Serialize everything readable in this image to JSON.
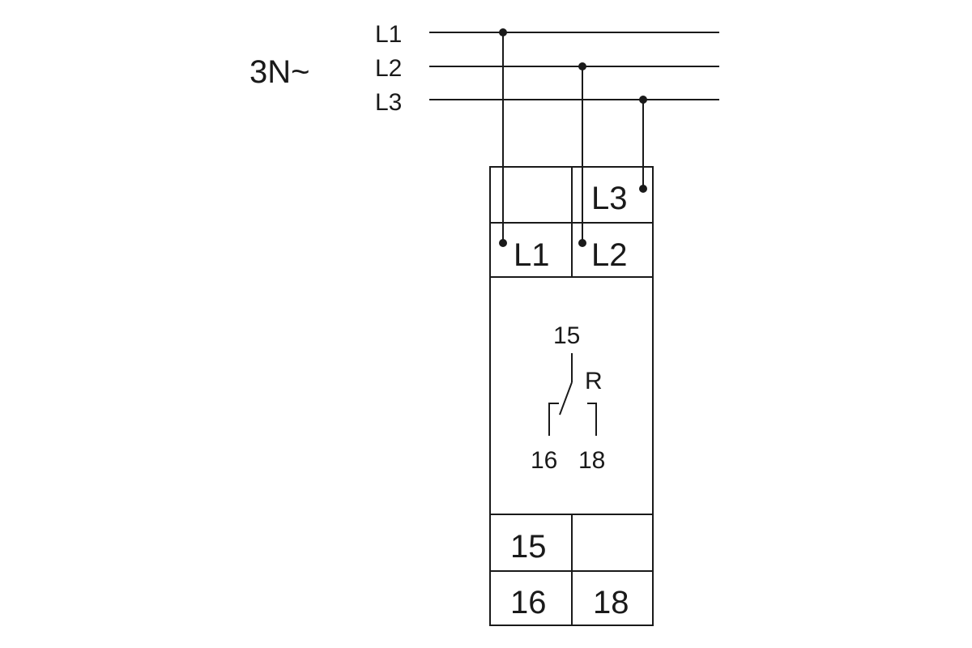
{
  "supply": {
    "label": "3N~",
    "lines": [
      "L1",
      "L2",
      "L3"
    ]
  },
  "terminals": {
    "top": {
      "row1": [
        "",
        "L3"
      ],
      "row2": [
        "L1",
        "L2"
      ]
    },
    "bottom": {
      "row1": [
        "15",
        ""
      ],
      "row2": [
        "16",
        "18"
      ]
    }
  },
  "relay": {
    "name": "R",
    "common": "15",
    "nc": "16",
    "no": "18"
  }
}
